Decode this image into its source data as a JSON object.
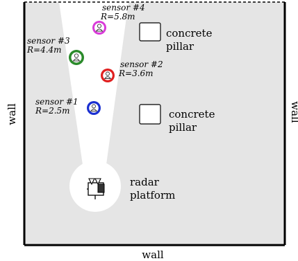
{
  "walls": {
    "left": "wall",
    "right": "wall",
    "bottom": "wall"
  },
  "pillars": [
    {
      "line1": "concrete",
      "line2": "pillar"
    },
    {
      "line1": "concrete",
      "line2": "pillar"
    }
  ],
  "platform": {
    "line1": "radar",
    "line2": "platform"
  },
  "sensors": [
    {
      "name": "sensor #4",
      "range": "R=5.8m",
      "color": "#d93ad9"
    },
    {
      "name": "sensor #3",
      "range": "R=4.4m",
      "color": "#2a8a2a"
    },
    {
      "name": "sensor #2",
      "range": "R=3.6m",
      "color": "#e02020"
    },
    {
      "name": "sensor #1",
      "range": "R=2.5m",
      "color": "#1a2fd0"
    }
  ],
  "colors": {
    "floor": "#e5e5e5",
    "beam": "#ffffff",
    "wall": "#000000"
  }
}
